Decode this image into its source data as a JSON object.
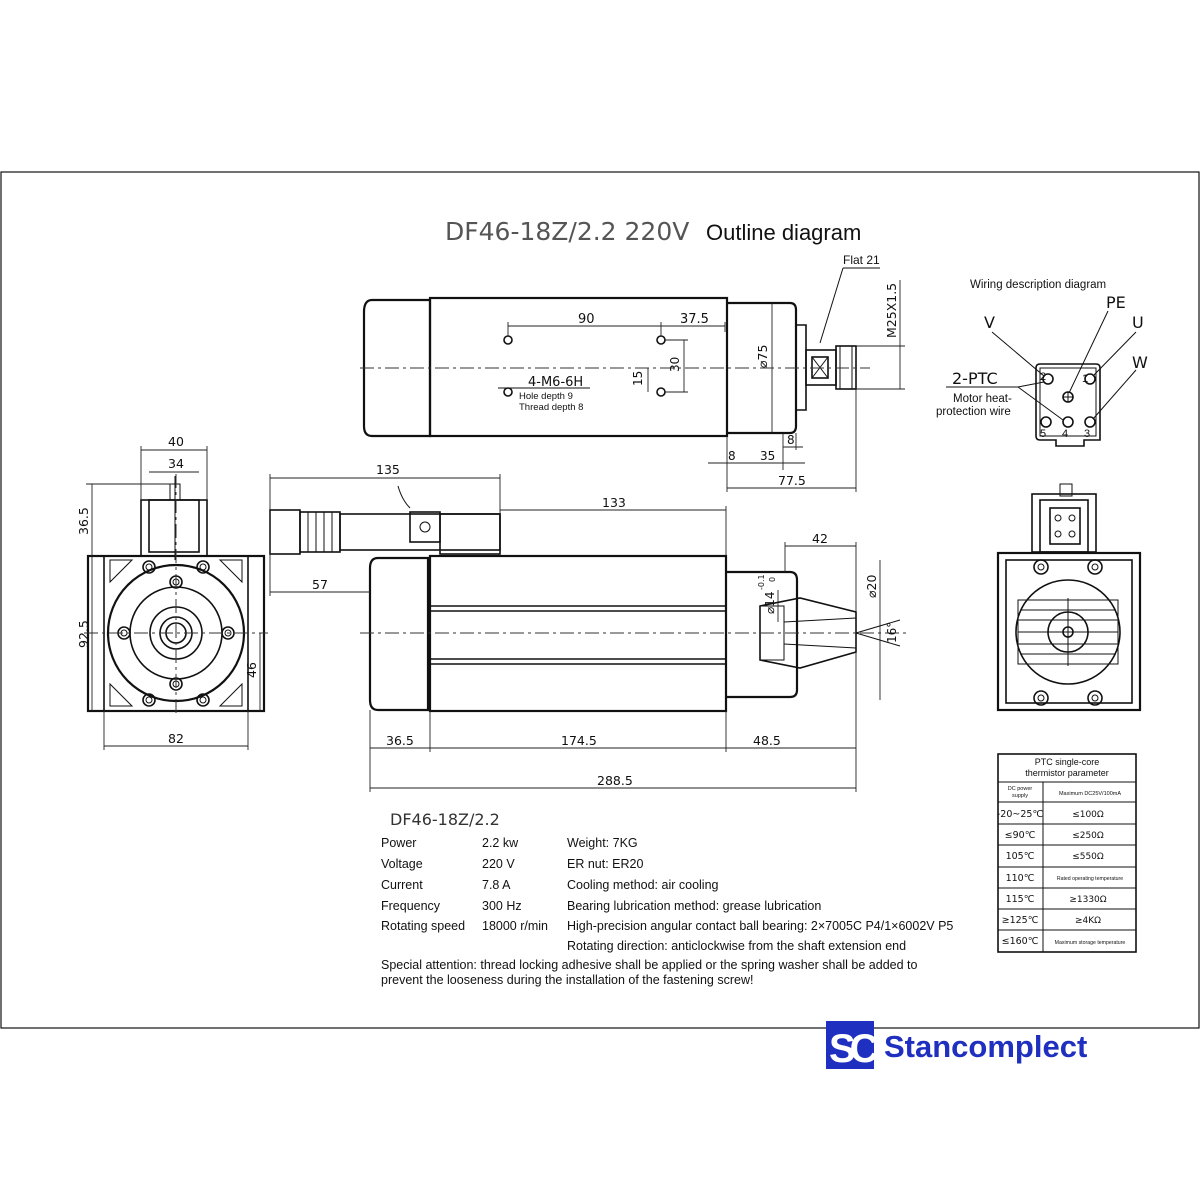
{
  "title": {
    "model": "DF46-18Z/2.2 220V",
    "suffix": "Outline diagram"
  },
  "top_view": {
    "flat_label": "Flat 21",
    "thread_label": "M25X1.5",
    "dims": [
      "90",
      "37.5",
      "15",
      "30",
      "⌀75",
      "8",
      "8",
      "35",
      "77.5"
    ],
    "hole_label": "4-M6-6H",
    "hole_depth": "Hole depth 9",
    "thread_depth": "Thread depth 8"
  },
  "front_view": {
    "dims": [
      "40",
      "34",
      "36.5",
      "92.5",
      "46",
      "82"
    ]
  },
  "side_view": {
    "dims": [
      "135",
      "133",
      "57",
      "42",
      "⌀20",
      "⌀14",
      "-0.1",
      "0",
      "16°",
      "36.5",
      "174.5",
      "48.5",
      "288.5"
    ]
  },
  "wiring": {
    "title": "Wiring description diagram",
    "labels": [
      "PE",
      "V",
      "U",
      "W",
      "2-PTC"
    ],
    "ptc_note_1": "Motor heat-",
    "ptc_note_2": "protection wire",
    "pins": [
      "2",
      "1",
      "4",
      "5",
      "3"
    ]
  },
  "ptc_table": {
    "header_1": "PTC single-core",
    "header_2": "thermistor parameter",
    "col1_1": "DC power",
    "col1_2": "supply",
    "col2": "Maximum DC25V/100mA",
    "rows": [
      {
        "temp": "-20~25℃",
        "value": "≤100Ω"
      },
      {
        "temp": "≤90℃",
        "value": "≤250Ω"
      },
      {
        "temp": "105℃",
        "value": "≤550Ω"
      },
      {
        "temp": "110℃",
        "value": "Rated operating temperature"
      },
      {
        "temp": "115℃",
        "value": "≥1330Ω"
      },
      {
        "temp": "≥125℃",
        "value": "≥4KΩ"
      },
      {
        "temp": "≤160℃",
        "value": "Maximum storage temperature"
      }
    ]
  },
  "specs": {
    "model": "DF46-18Z/2.2",
    "rows": [
      {
        "label": "Power",
        "value": "2.2 kw",
        "extra": "Weight: 7KG"
      },
      {
        "label": "Voltage",
        "value": "220 V",
        "extra": "ER nut: ER20"
      },
      {
        "label": "Current",
        "value": "7.8 A",
        "extra": "Cooling method: air cooling"
      },
      {
        "label": "Frequency",
        "value": "300 Hz",
        "extra": "Bearing lubrication method: grease lubrication"
      },
      {
        "label": "Rotating speed",
        "value": "18000 r/min",
        "extra": "High-precision angular contact ball bearing: 2×7005C P4/1×6002V P5"
      }
    ],
    "rotation": "Rotating direction: anticlockwise from the shaft extension end",
    "attention_1": "Special attention: thread locking adhesive shall be applied or the spring washer shall be added to",
    "attention_2": "prevent the looseness during the installation of the fastening screw!"
  },
  "brand": {
    "logo_text": "SC",
    "name": "Stancomplect",
    "color": "#1f2fbf"
  }
}
